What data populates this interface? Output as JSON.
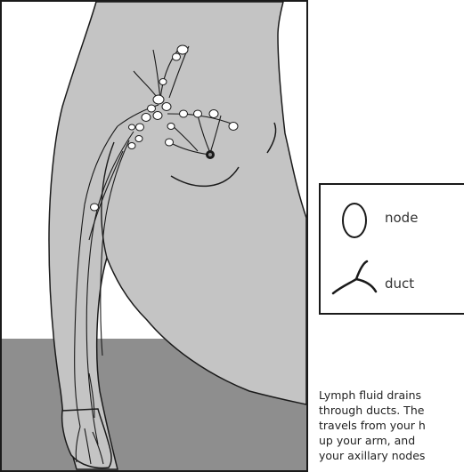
{
  "legend": {
    "node_label": "node",
    "duct_label": "duct"
  },
  "caption": {
    "lines": [
      "Lymph fluid drains",
      "through ducts. The",
      "travels from your h",
      "up your arm, and",
      "your axillary nodes"
    ]
  },
  "colors": {
    "body_fill": "#c4c4c4",
    "floor_fill": "#8e8e8e",
    "outline": "#1a1a1a"
  }
}
